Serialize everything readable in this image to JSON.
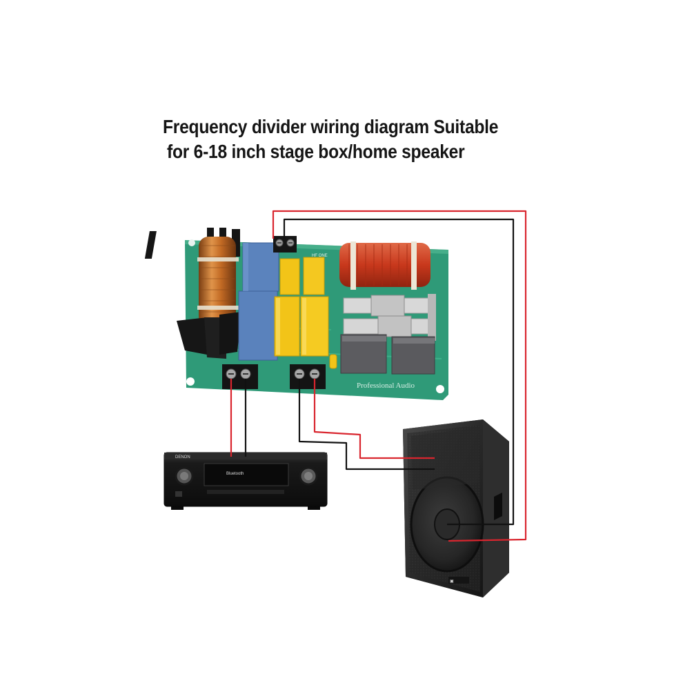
{
  "title": {
    "line1": "Frequency divider wiring diagram Suitable",
    "line2": "for 6-18 inch stage box/home speaker"
  },
  "board": {
    "label": "Professional Audio",
    "corner_label": "HF ONE"
  },
  "amplifier": {
    "brand": "DENON",
    "display": "Bluetooth"
  },
  "colors": {
    "positive_wire": "#d9252e",
    "negative_wire": "#111111",
    "pcb": "#2f9a78",
    "capacitor_blue": "#5b83bd",
    "capacitor_yellow": "#f2c418",
    "coil_copper": "#c9752c",
    "coil_red": "#d2462a"
  }
}
